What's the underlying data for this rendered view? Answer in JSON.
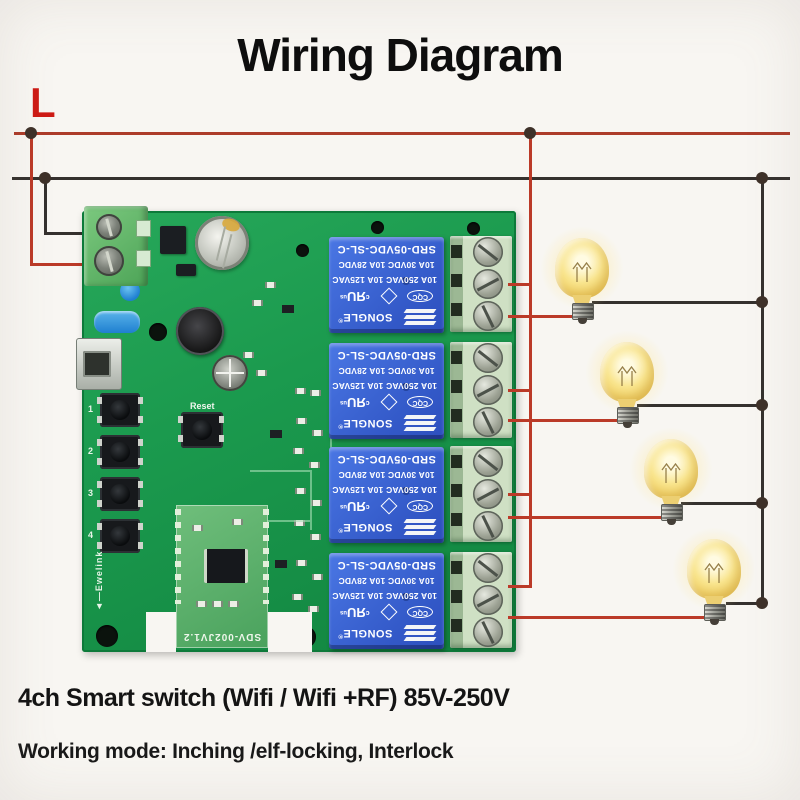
{
  "title": "Wiring Diagram",
  "labels": {
    "live": "L"
  },
  "relay": {
    "model": "SRD-05VDC-SL-C",
    "rating_dc": "10A 30VDC  10A 28VDC",
    "rating_ac": "10A 250VAC  10A 125VAC",
    "brand": "SONGLE",
    "reg": "®",
    "ul_pre": "c",
    "ul_main": "ЯU",
    "ul_sub": "us",
    "cqc": "CQC"
  },
  "board": {
    "reset_label": "Reset",
    "button_labels": [
      "1",
      "2",
      "3",
      "4"
    ],
    "rf_module_label": "SDV-002JV1.2",
    "brand_mark": "◄—Ewelink"
  },
  "captions": {
    "line1": "4ch Smart switch (Wifi / Wifi +RF) 85V-250V",
    "line2": "Working mode: Inching /elf-locking, Interlock"
  },
  "colors": {
    "wire_live": "#ad3c2a",
    "wire_neutral": "#35312e",
    "pcb_green": "#1b9a4e",
    "relay_blue": "#3f6bdc",
    "terminal_green": "#cfe0c4",
    "bulb_yellow": "#f4d977",
    "label_red": "#ce1b15"
  }
}
